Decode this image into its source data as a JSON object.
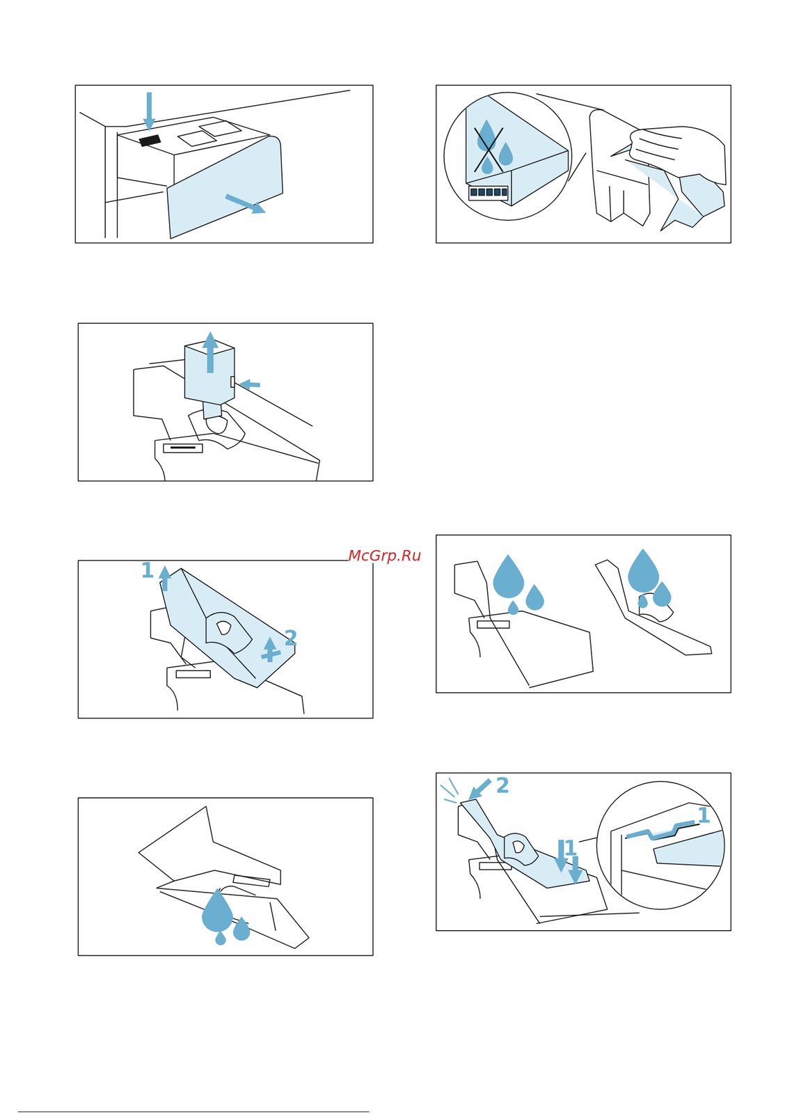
{
  "diagram": {
    "labels": [
      "McGrp.Ru",
      "1",
      "2",
      "2",
      "1",
      "1"
    ]
  }
}
